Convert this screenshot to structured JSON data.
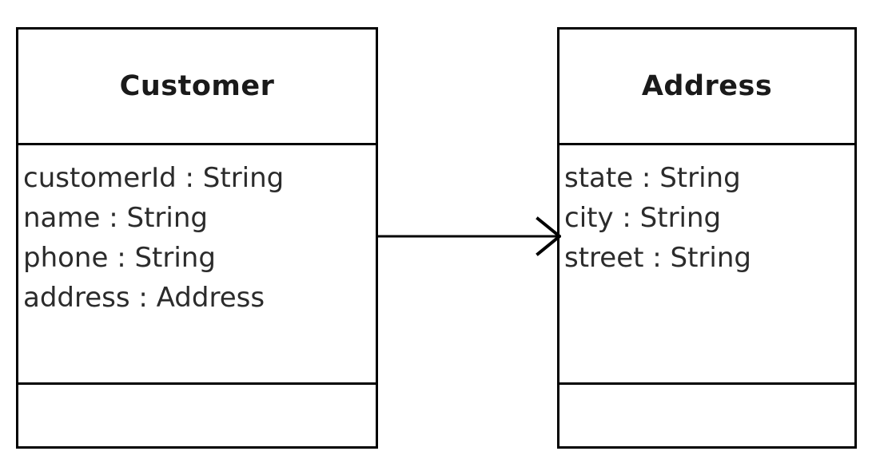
{
  "diagram": {
    "type": "uml-class-diagram",
    "background_color": "#ffffff",
    "border_color": "#000000",
    "shadow_color": "#d4d4d4",
    "text_color": "#2b2b2b",
    "classes": [
      {
        "name": "Customer",
        "attributes": [
          "customerId : String",
          "name : String",
          "phone : String",
          "address : Address"
        ],
        "operations": []
      },
      {
        "name": "Address",
        "attributes": [
          "state : String",
          "city : String",
          "street : String"
        ],
        "operations": []
      }
    ],
    "relationships": [
      {
        "kind": "association",
        "arrow": "open-arrowhead",
        "direction": "left-to-right",
        "source": "Customer",
        "target": "Address",
        "label": ""
      }
    ]
  }
}
